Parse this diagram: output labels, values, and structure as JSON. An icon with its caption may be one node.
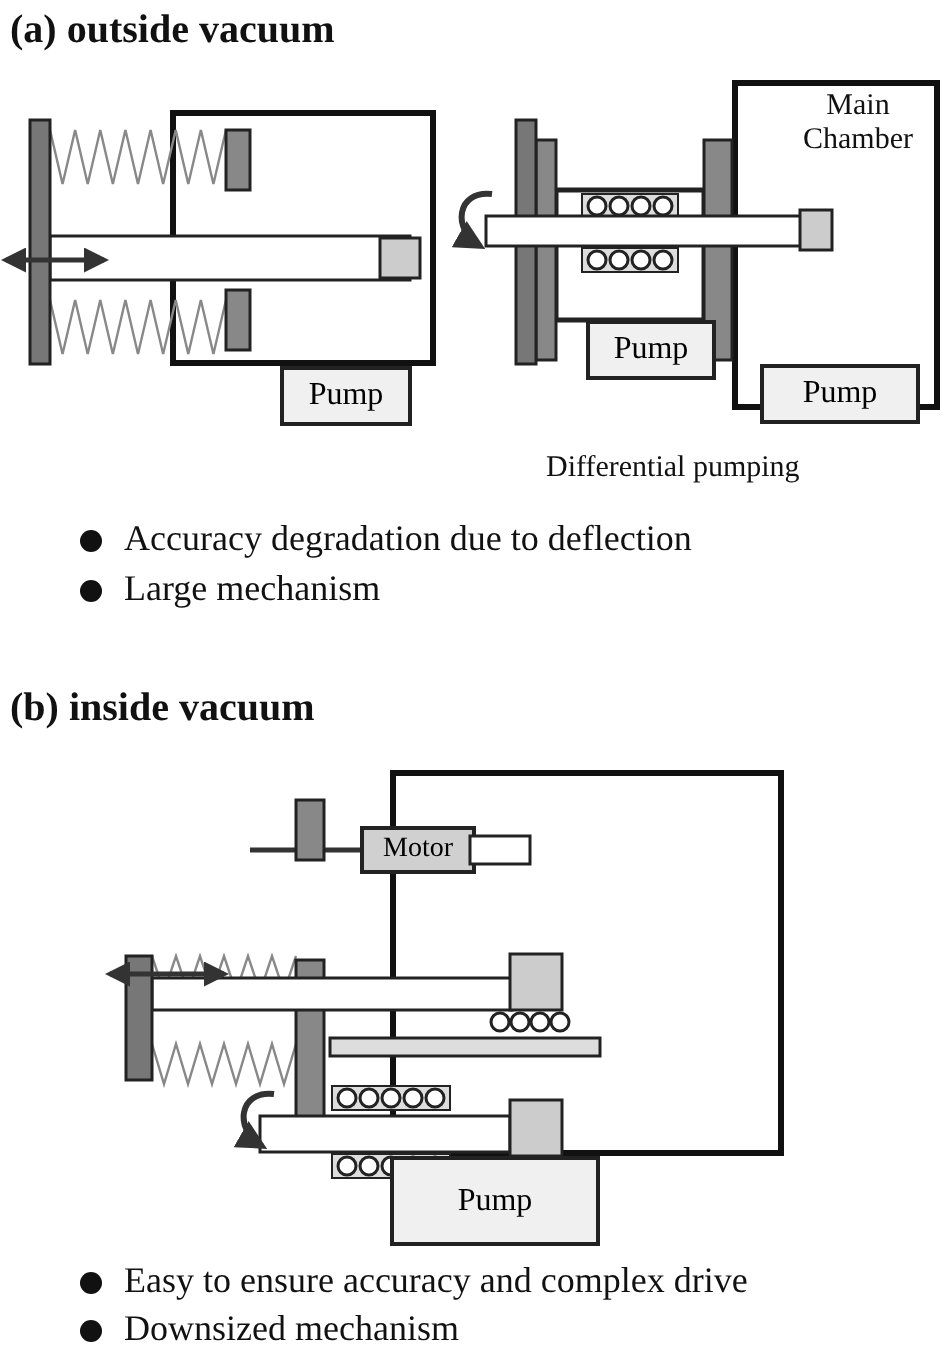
{
  "diagram": {
    "nodes": [
      {
        "text": [],
        "shape": "box"
      },
      {
        "text": [
          "Pump"
        ]
      },
      {
        "text": [
          "Main Chamber"
        ]
      },
      {
        "text": [
          "Pump"
        ]
      },
      {
        "text": [
          "Pump"
        ]
      },
      {
        "text": [],
        "shape": "box"
      },
      {
        "text": [
          "Motor"
        ],
        "in": 5
      },
      {
        "text": [
          "Pump"
        ]
      }
    ],
    "edges": [],
    "labels": [
      "(a) outside vacuum",
      "Differential pumping",
      "Accuracy degradation due to deflection",
      "Large mechanism",
      "(b) inside vacuum",
      "Easy to ensure accuracy and complex drive",
      "Downsized mechanism"
    ]
  }
}
